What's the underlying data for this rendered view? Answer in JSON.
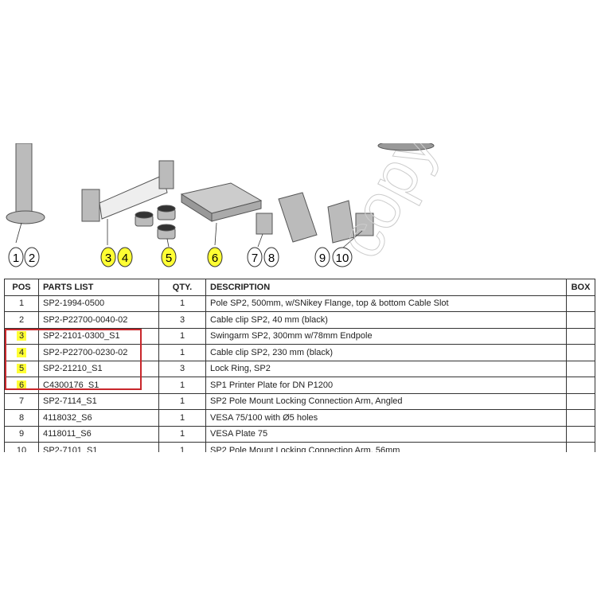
{
  "drawing": {
    "callouts": [
      {
        "label": "1",
        "highlight": false
      },
      {
        "label": "2",
        "highlight": false
      },
      {
        "label": "3",
        "highlight": true
      },
      {
        "label": "4",
        "highlight": true
      },
      {
        "label": "5",
        "highlight": true
      },
      {
        "label": "6",
        "highlight": true
      },
      {
        "label": "7",
        "highlight": false
      },
      {
        "label": "8",
        "highlight": false
      },
      {
        "label": "9",
        "highlight": false
      },
      {
        "label": "10",
        "highlight": false
      }
    ],
    "watermark": "copyright",
    "highlight_color": "#ffff33"
  },
  "table": {
    "headers": [
      "POS",
      "PARTS LIST",
      "QTY.",
      "DESCRIPTION",
      "BOX"
    ],
    "rows": [
      {
        "pos": "1",
        "part": "SP2-1994-0500",
        "qty": "1",
        "desc": "Pole SP2, 500mm, w/SNikey Flange, top & bottom Cable Slot",
        "box": "",
        "highlight": false
      },
      {
        "pos": "2",
        "part": "SP2-P22700-0040-02",
        "qty": "3",
        "desc": "Cable clip SP2, 40 mm (black)",
        "box": "",
        "highlight": false
      },
      {
        "pos": "3",
        "part": "SP2-2101-0300_S1",
        "qty": "1",
        "desc": "Swingarm SP2, 300mm w/78mm Endpole",
        "box": "",
        "highlight": true
      },
      {
        "pos": "4",
        "part": "SP2-P22700-0230-02",
        "qty": "1",
        "desc": "Cable clip SP2, 230 mm (black)",
        "box": "",
        "highlight": true
      },
      {
        "pos": "5",
        "part": "SP2-21210_S1",
        "qty": "3",
        "desc": "Lock Ring, SP2",
        "box": "",
        "highlight": true
      },
      {
        "pos": "6",
        "part": "C4300176_S1",
        "qty": "1",
        "desc": "SP1 Printer Plate for DN P1200",
        "box": "",
        "highlight": true
      },
      {
        "pos": "7",
        "part": "SP2-7114_S1",
        "qty": "1",
        "desc": "SP2 Pole Mount Locking Connection Arm, Angled",
        "box": "",
        "highlight": false
      },
      {
        "pos": "8",
        "part": "4118032_S6",
        "qty": "1",
        "desc": "VESA 75/100 with Ø5 holes",
        "box": "",
        "highlight": false
      },
      {
        "pos": "9",
        "part": "4118011_S6",
        "qty": "1",
        "desc": "VESA Plate 75",
        "box": "",
        "highlight": false
      },
      {
        "pos": "10",
        "part": "SP2-7101_S1",
        "qty": "1",
        "desc": "SP2 Pole Mount Locking Connection Arm, 56mm",
        "box": "",
        "highlight": false
      }
    ],
    "selection_color": "#c8262b"
  }
}
